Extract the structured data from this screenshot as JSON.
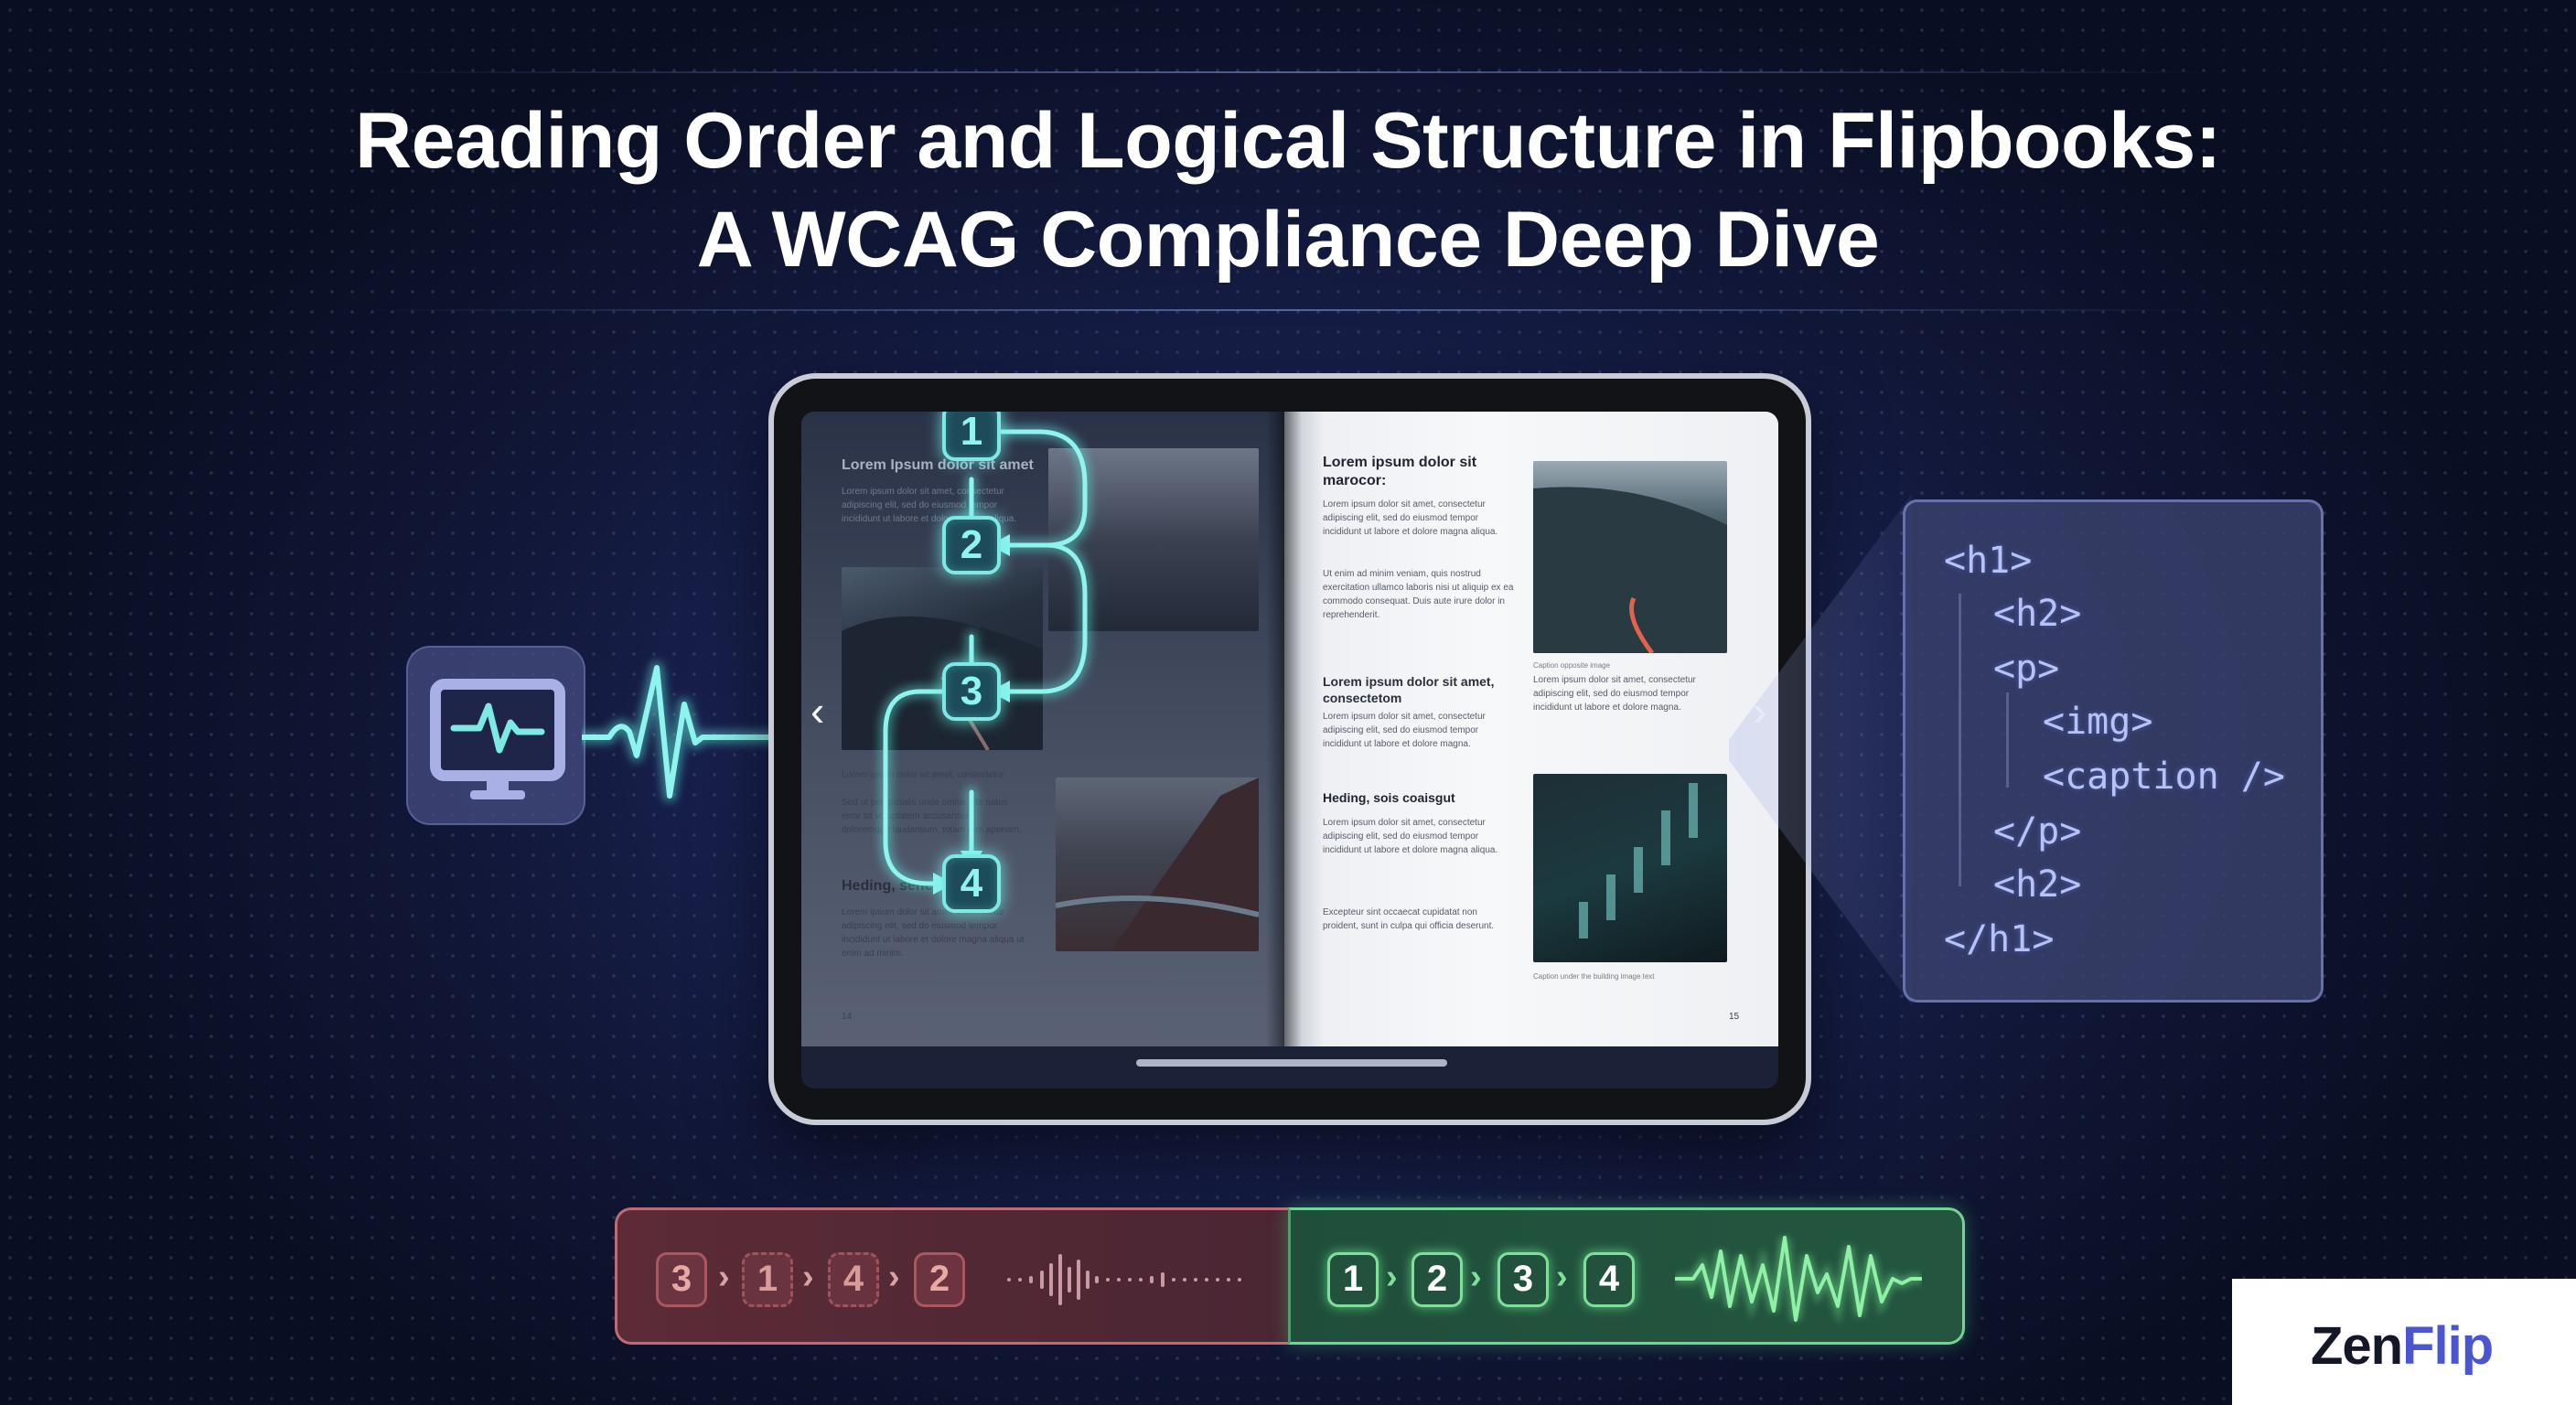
{
  "title": {
    "line1": "Reading Order and Logical Structure in Flipbooks:",
    "line2": "A WCAG Compliance Deep Dive"
  },
  "screen_reader": {
    "icon": "monitor-pulse-icon",
    "accent_color": "#7ee8e4"
  },
  "flipbook": {
    "left_page": {
      "heading": "Lorem Ipsum dolor sit amet",
      "intro": "Lorem ipsum dolor sit amet, consectetur adipiscing elit, sed do eiusmod tempor incididunt ut labore et dolore magna aliqua.",
      "image_caption": "Lorem ipsum dolor sit amet, consectetur",
      "body": "Sed ut perspiciatis unde omnis iste natus error sit voluptatem accusantium doloremque laudantium, totam rem aperiam.",
      "subheading": "Heding, seneout",
      "body2": "Lorem ipsum dolor sit amet, consectetur adipiscing elit, sed do eiusmod tempor incididunt ut labore et dolore magna aliqua ut enim ad minim.",
      "page_number": "14"
    },
    "right_page": {
      "heading": "Lorem ipsum dolor sit marocor:",
      "para1": "Lorem ipsum dolor sit amet, consectetur adipiscing elit, sed do eiusmod tempor incididunt ut labore et dolore magna aliqua.",
      "para2": "Ut enim ad minim veniam, quis nostrud exercitation ullamco laboris nisi ut aliquip ex ea commodo consequat. Duis aute irure dolor in reprehenderit.",
      "heading2": "Lorem ipsum dolor sit amet, consectetom",
      "para3": "Lorem ipsum dolor sit amet, consectetur adipiscing elit, sed do eiusmod tempor incididunt ut labore et dolore magna.",
      "heading3": "Heding, sois coaisgut",
      "para4": "Lorem ipsum dolor sit amet, consectetur adipiscing elit, sed do eiusmod tempor incididunt ut labore et dolore magna aliqua.",
      "para5": "Excepteur sint occaecat cupidatat non proident, sunt in culpa qui officia deserunt.",
      "caption1": "Caption opposite image",
      "side_text": "Lorem ipsum dolor sit amet, consectetur adipiscing elit, sed do eiusmod tempor incididunt ut labore et dolore magna.",
      "caption2": "Caption under the building image text",
      "page_number": "15"
    },
    "nav": {
      "prev": "‹",
      "next": "›"
    },
    "reading_steps": [
      "1",
      "2",
      "3",
      "4"
    ]
  },
  "code_panel": {
    "lines": [
      "<h1>",
      "<h2>",
      "<p>",
      "<img>",
      "<caption />",
      "</p>",
      "<h2>",
      "</h1>"
    ]
  },
  "comparison": {
    "incorrect": {
      "sequence": [
        "3",
        "1",
        "4",
        "2"
      ],
      "separator": "›",
      "color": "#c26a72"
    },
    "correct": {
      "sequence": [
        "1",
        "2",
        "3",
        "4"
      ],
      "separator": "›",
      "color": "#7fe09a"
    }
  },
  "brand": {
    "part1": "Zen",
    "part2": "Flip",
    "color": "#4b55cf"
  }
}
